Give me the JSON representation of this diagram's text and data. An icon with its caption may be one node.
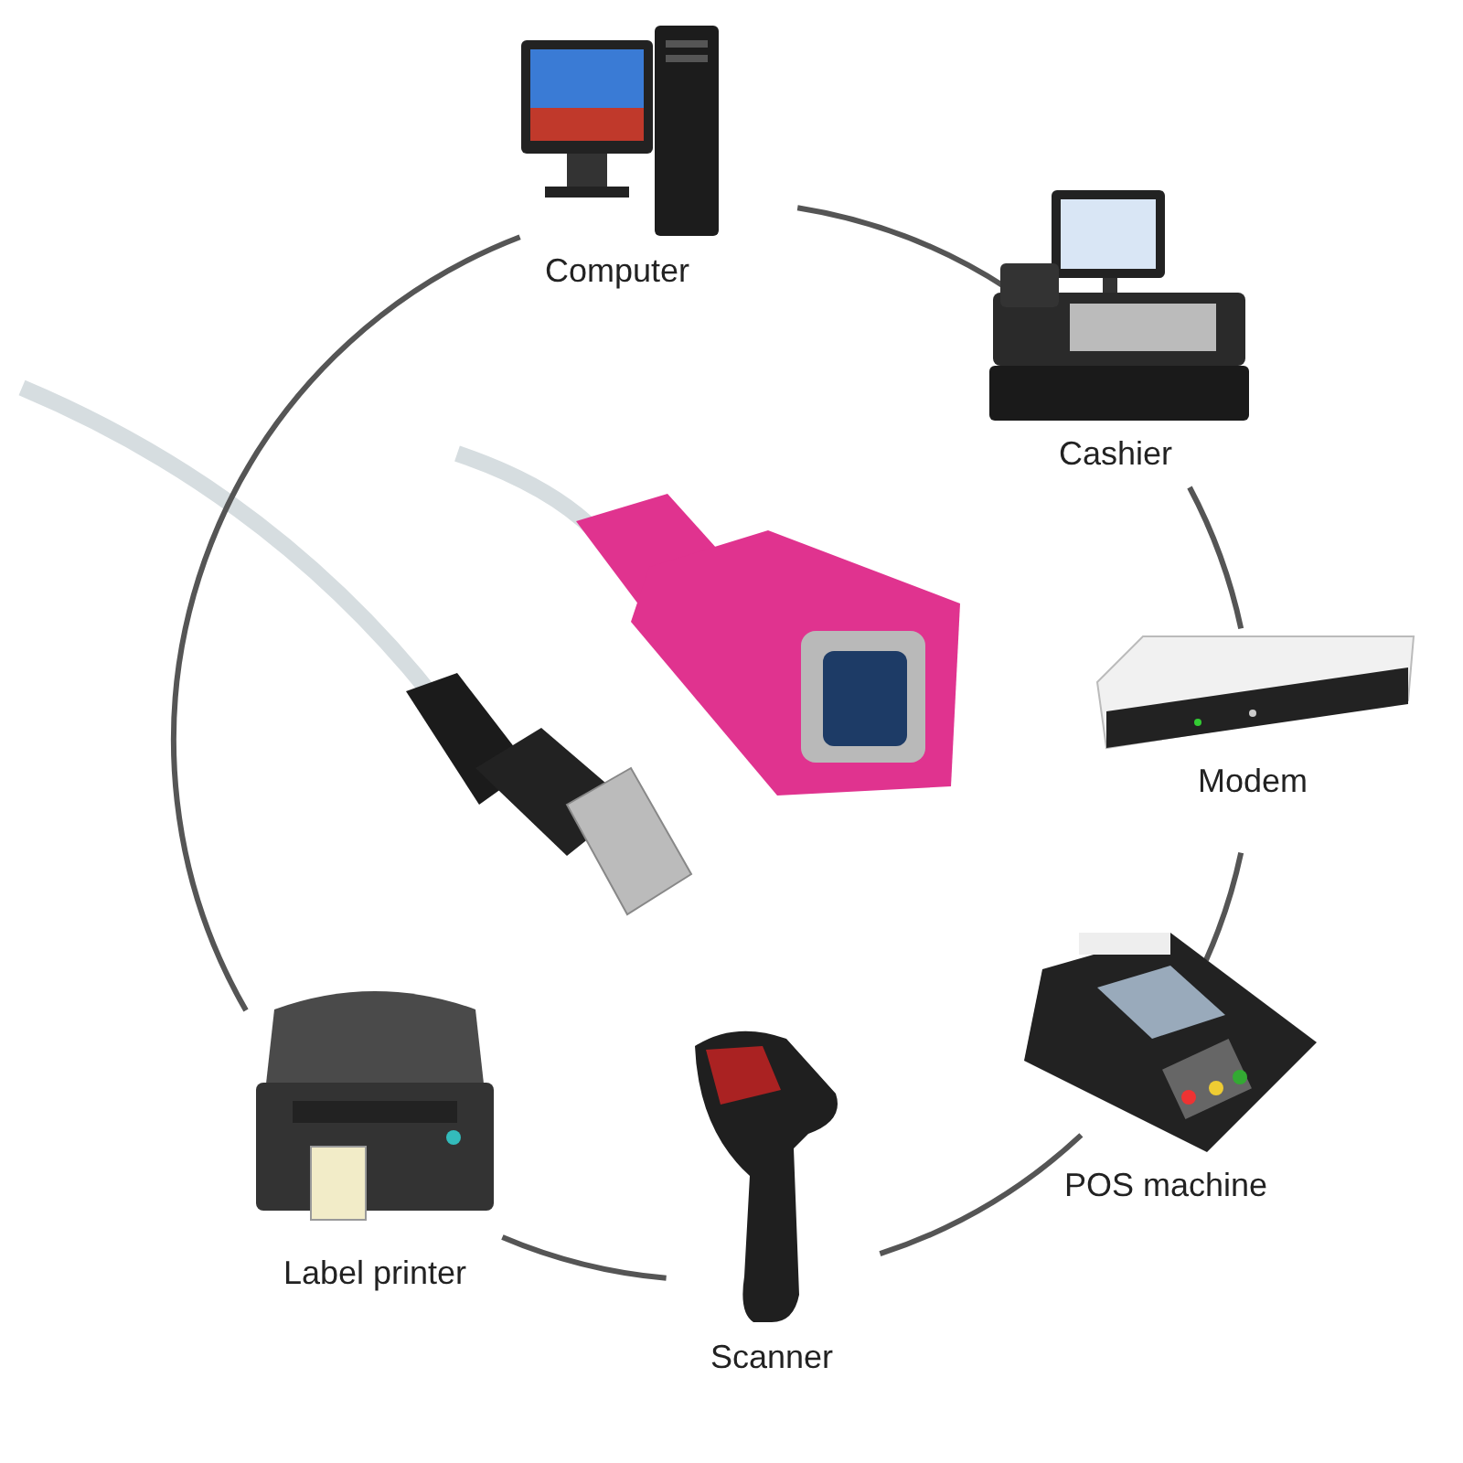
{
  "diagram": {
    "nodes": [
      {
        "text": [
          "Computer"
        ]
      },
      {
        "text": [
          "Cashier"
        ]
      },
      {
        "text": [
          "Modem"
        ]
      },
      {
        "text": [
          "POS machine"
        ]
      },
      {
        "text": [
          "Scanner"
        ]
      },
      {
        "text": [
          "Label printer"
        ]
      }
    ],
    "edges": [
      {
        "from": 0,
        "to": 1,
        "arrow": "none"
      },
      {
        "from": 1,
        "to": 2,
        "arrow": "none"
      },
      {
        "from": 2,
        "to": 3,
        "arrow": "none"
      },
      {
        "from": 3,
        "to": 4,
        "arrow": "none"
      },
      {
        "from": 4,
        "to": 5,
        "arrow": "none"
      },
      {
        "from": 5,
        "to": 0,
        "arrow": "none"
      }
    ]
  }
}
